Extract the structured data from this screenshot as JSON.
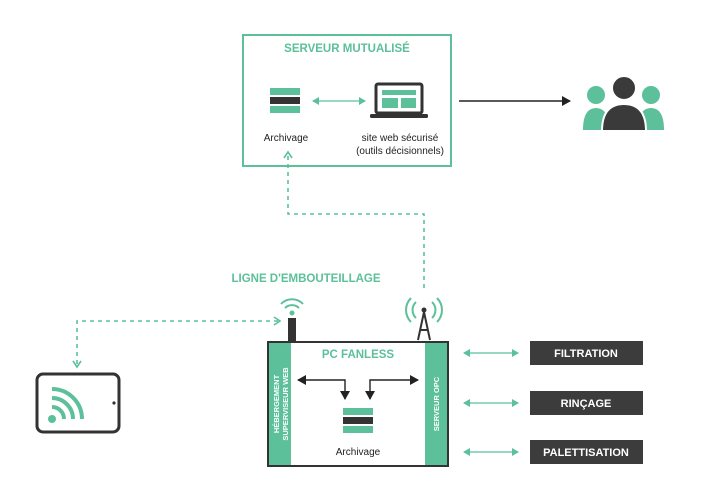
{
  "colors": {
    "green": "#5cc09a",
    "dark": "#3a3a3a",
    "text": "#222222",
    "label_box": "#3c3c3c",
    "label_text": "#ffffff"
  },
  "server": {
    "title": "SERVEUR MUTUALISÉ",
    "archiving_label": "Archivage",
    "website_label_line1": "site web sécurisé",
    "website_label_line2": "(outils décisionnels)"
  },
  "line": {
    "title": "LIGNE D'EMBOUTEILLAGE"
  },
  "pc": {
    "title": "PC FANLESS",
    "left_band_line1": "HÉBERGEMENT",
    "left_band_line2": "SUPERVISEUR WEB",
    "right_band": "SERVEUR OPC",
    "archiving_label": "Archivage"
  },
  "processes": [
    "FILTRATION",
    "RINÇAGE",
    "PALETTISATION"
  ],
  "icons": {
    "archive": "database-stack-icon",
    "website": "laptop-icon",
    "users": "users-group-icon",
    "tablet": "tablet-wifi-icon",
    "wifi": "wifi-antenna-icon",
    "antenna": "radio-tower-icon"
  }
}
